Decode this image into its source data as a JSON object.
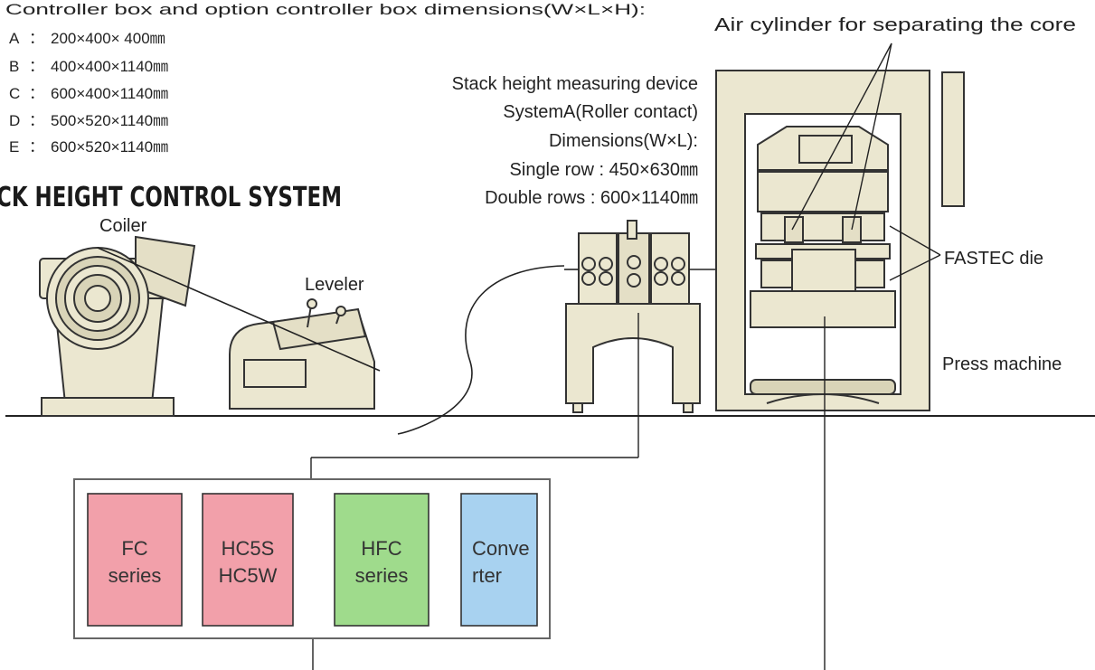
{
  "controller_dims": {
    "heading": "Controller box and option controller box dimensions(W×L×H):",
    "items": [
      {
        "letter": "A",
        "sep": "：",
        "value": "200×400× 400㎜"
      },
      {
        "letter": "B",
        "sep": "：",
        "value": "400×400×1140㎜"
      },
      {
        "letter": "C",
        "sep": "：",
        "value": "600×400×1140㎜"
      },
      {
        "letter": "D",
        "sep": "：",
        "value": "500×520×1140㎜"
      },
      {
        "letter": "E",
        "sep": "：",
        "value": "600×520×1140㎜"
      }
    ]
  },
  "system_title": "CK HEIGHT CONTROL SYSTEM",
  "labels": {
    "coiler": "Coiler",
    "leveler": "Leveler",
    "air_cylinder": "Air cylinder for separating the core",
    "fastec_die": "FASTEC die",
    "press_machine": "Press machine"
  },
  "measuring_device": {
    "line1": "Stack height measuring device",
    "line2": "SystemA(Roller contact)",
    "line3": "Dimensions(W×L):",
    "line4": "Single row : 450×630㎜",
    "line5": "Double rows : 600×1140㎜"
  },
  "controllers": [
    {
      "line1": "FC",
      "line2": "series",
      "color": "#f2a0aa"
    },
    {
      "line1": "HC5S",
      "line2": "HC5W",
      "color": "#f2a0aa"
    },
    {
      "line1": "HFC",
      "line2": "series",
      "color": "#9fdb8c"
    },
    {
      "line1": "Conve",
      "line2": "rter",
      "color": "#a8d2f0"
    }
  ],
  "colors": {
    "machine_fill": "#ebe7d0",
    "machine_dark": "#d9d4b8",
    "line": "#222222"
  }
}
